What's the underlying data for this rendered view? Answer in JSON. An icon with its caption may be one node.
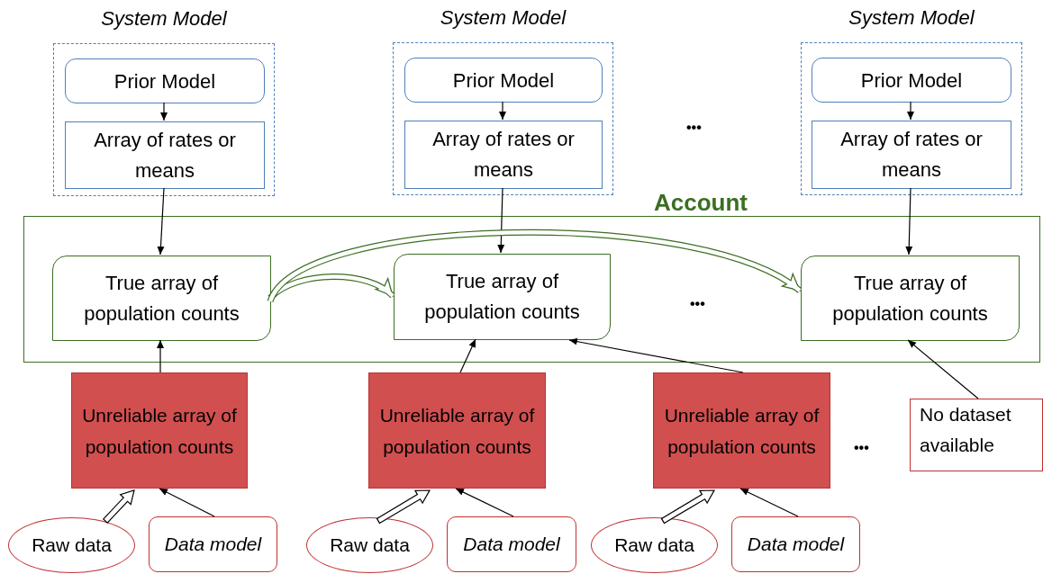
{
  "diagram": {
    "nodes": [
      {
        "text": [
          "System Model"
        ]
      },
      {
        "text": [
          "Prior Model"
        ],
        "in": 0
      },
      {
        "text": [
          "Array of rates or means"
        ],
        "in": 0
      },
      {
        "text": [
          "System Model"
        ]
      },
      {
        "text": [
          "Prior Model"
        ],
        "in": 3
      },
      {
        "text": [
          "Array of rates or means"
        ],
        "in": 3
      },
      {
        "text": [
          "System Model"
        ]
      },
      {
        "text": [
          "Prior Model"
        ],
        "in": 6
      },
      {
        "text": [
          "Array of rates or means"
        ],
        "in": 6
      },
      {
        "text": [
          "Account"
        ]
      },
      {
        "text": [
          "True array of population counts"
        ],
        "in": 9
      },
      {
        "text": [
          "True array of population counts"
        ],
        "in": 9
      },
      {
        "text": [
          "True array of population counts"
        ],
        "in": 9
      },
      {
        "text": [
          "Unreliable array of population counts"
        ]
      },
      {
        "text": [
          "Unreliable array of population counts"
        ]
      },
      {
        "text": [
          "Unreliable array of population counts"
        ]
      },
      {
        "text": [
          "No dataset available"
        ]
      },
      {
        "text": [
          "Raw data"
        ]
      },
      {
        "text": [
          "Data model"
        ]
      },
      {
        "text": [
          "Raw data"
        ]
      },
      {
        "text": [
          "Data model"
        ]
      },
      {
        "text": [
          "Raw data"
        ]
      },
      {
        "text": [
          "Data model"
        ]
      }
    ],
    "edges": [
      {
        "from": 1,
        "to": 2,
        "arrow": "to"
      },
      {
        "from": 2,
        "to": 10,
        "arrow": "to"
      },
      {
        "from": 4,
        "to": 5,
        "arrow": "to"
      },
      {
        "from": 5,
        "to": 11,
        "arrow": "to"
      },
      {
        "from": 7,
        "to": 8,
        "arrow": "to"
      },
      {
        "from": 8,
        "to": 12,
        "arrow": "to"
      },
      {
        "from": 10,
        "to": 11,
        "arrow": "to",
        "style": "thick",
        "color": "#3b6e22"
      },
      {
        "from": 10,
        "to": 12,
        "arrow": "to",
        "style": "thick",
        "color": "#3b6e22"
      },
      {
        "from": 13,
        "to": 10,
        "arrow": "to"
      },
      {
        "from": 14,
        "to": 11,
        "arrow": "to"
      },
      {
        "from": 15,
        "to": 11,
        "arrow": "to"
      },
      {
        "from": 16,
        "to": 12,
        "arrow": "to"
      },
      {
        "from": 17,
        "to": 13,
        "arrow": "to",
        "style": "thick"
      },
      {
        "from": 18,
        "to": 13,
        "arrow": "to"
      },
      {
        "from": 19,
        "to": 14,
        "arrow": "to",
        "style": "thick"
      },
      {
        "from": 20,
        "to": 14,
        "arrow": "to"
      },
      {
        "from": 21,
        "to": 15,
        "arrow": "to",
        "style": "thick"
      },
      {
        "from": 22,
        "to": 15,
        "arrow": "to"
      }
    ],
    "labels": [
      "•••",
      "•••",
      "•••"
    ]
  }
}
